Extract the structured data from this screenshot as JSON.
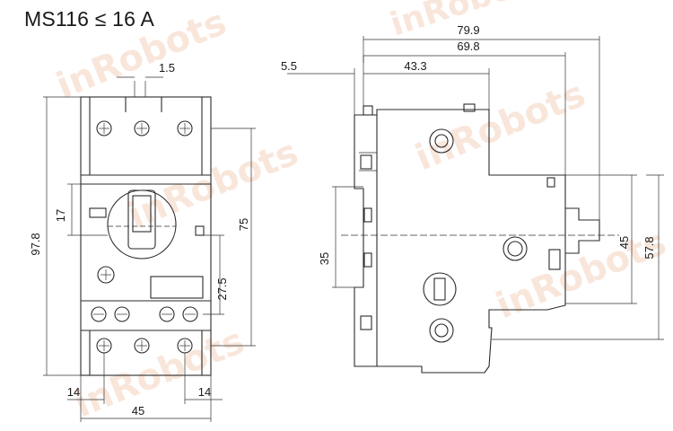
{
  "title": "MS116 ≤ 16 A",
  "watermark": "inRobots",
  "front_view": {
    "dims": {
      "pitch": "1.5",
      "height_total": "97.8",
      "knob": "17",
      "height_75": "75",
      "height_27": "27.5",
      "left_14": "14",
      "right_14": "14",
      "width_45": "45"
    }
  },
  "side_view": {
    "dims": {
      "d799": "79.9",
      "d698": "69.8",
      "d433": "43.3",
      "d55": "5.5",
      "d35": "35",
      "d45": "45",
      "d578": "57.8"
    }
  }
}
